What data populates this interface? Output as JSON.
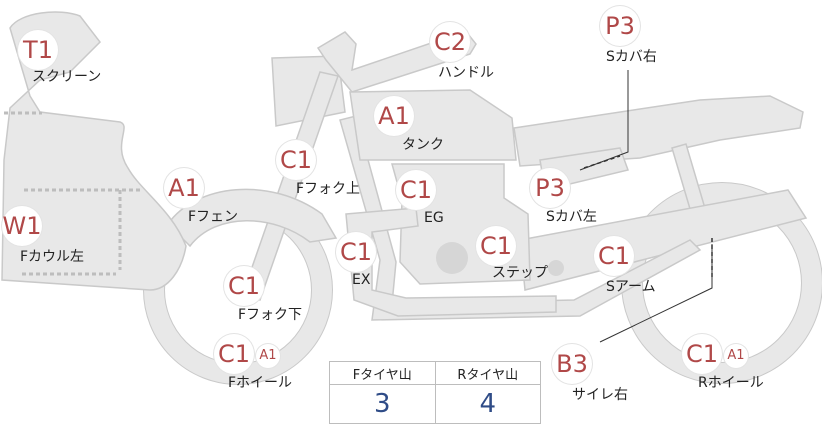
{
  "colors": {
    "part_fill": "#e8e8e8",
    "part_stroke": "#c9c9c9",
    "badge_text": "#b04848",
    "value_text": "#2f4c87"
  },
  "parts": [
    {
      "id": "screen",
      "grade": "T1",
      "label": "スクリーン"
    },
    {
      "id": "handle",
      "grade": "C2",
      "label": "ハンドル"
    },
    {
      "id": "s-cover-right",
      "grade": "P3",
      "label": "Sカバ右"
    },
    {
      "id": "tank",
      "grade": "A1",
      "label": "タンク"
    },
    {
      "id": "f-fork-upper",
      "grade": "C1",
      "label": "Fフォク上"
    },
    {
      "id": "f-fender",
      "grade": "A1",
      "label": "Fフェン"
    },
    {
      "id": "engine",
      "grade": "C1",
      "label": "EG"
    },
    {
      "id": "s-cover-left",
      "grade": "P3",
      "label": "Sカバ左"
    },
    {
      "id": "f-cowl-left",
      "grade": "W1",
      "label": "Fカウル左"
    },
    {
      "id": "exhaust",
      "grade": "C1",
      "label": "EX"
    },
    {
      "id": "step",
      "grade": "C1",
      "label": "ステップ"
    },
    {
      "id": "swing-arm",
      "grade": "C1",
      "label": "Sアーム"
    },
    {
      "id": "f-fork-lower",
      "grade": "C1",
      "label": "Fフォク下"
    },
    {
      "id": "silencer-right",
      "grade": "B3",
      "label": "サイレ右"
    },
    {
      "id": "f-wheel",
      "grade": "C1",
      "grade2": "A1",
      "label": "Fホイール"
    },
    {
      "id": "r-wheel",
      "grade": "C1",
      "grade2": "A1",
      "label": "Rホイール"
    }
  ],
  "tread": {
    "front_header": "Fタイヤ山",
    "rear_header": "Rタイヤ山",
    "front_value": "3",
    "rear_value": "4"
  }
}
